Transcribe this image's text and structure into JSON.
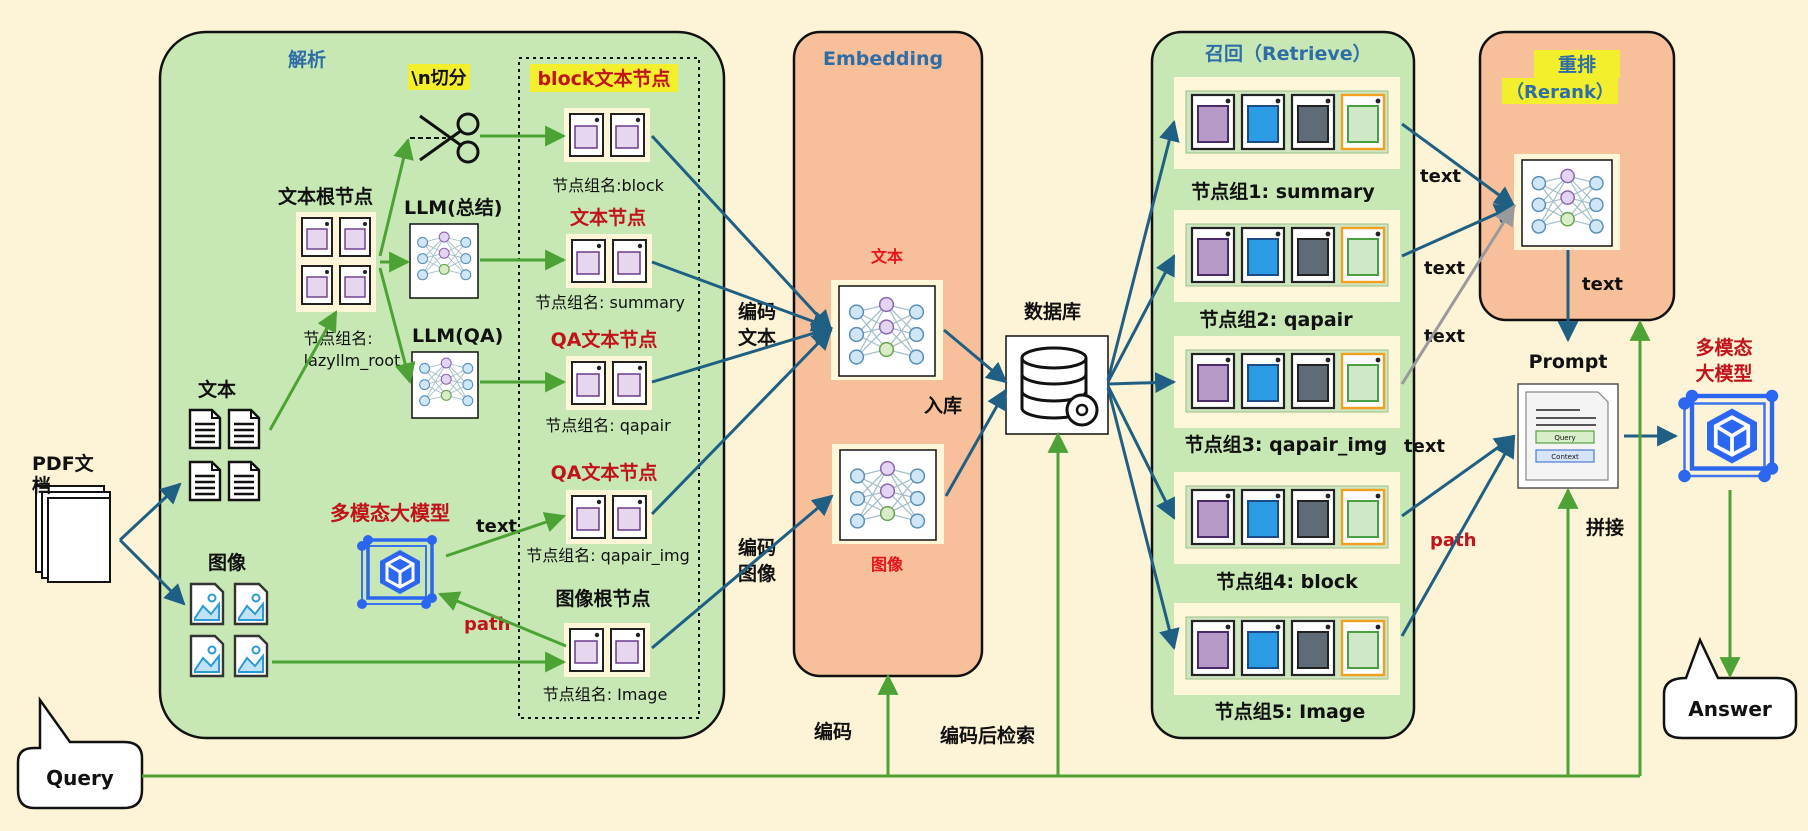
{
  "parse": {
    "title": "解析",
    "split_label": "\\n切分",
    "block_header": "block文本节点",
    "root_node_label": "文本根节点",
    "llm_summary": "LLM(总结)",
    "llm_qa": "LLM(QA)",
    "group_block": "节点组名:block",
    "text_node_header": "文本节点",
    "group_summary": "节点组名: summary",
    "qa_header_1": "QA文本节点",
    "group_qapair": "节点组名: qapair",
    "qa_header_2": "QA文本节点",
    "group_qapair_img": "节点组名: qapair_img",
    "image_root_label": "图像根节点",
    "group_image": "节点组名: Image",
    "root_group_line1": "节点组名:",
    "root_group_line2": "lazyllm_root",
    "text_label": "文本",
    "image_label": "图像",
    "pdf_line1": "PDF文",
    "pdf_line2": "档",
    "mm_model": "多模态大模型",
    "text_edge": "text",
    "path_edge": "path"
  },
  "embedding": {
    "title": "Embedding",
    "text_label": "文本",
    "image_label": "图像",
    "encode_text_1": "编码",
    "encode_text_2": "文本",
    "encode_image_1": "编码",
    "encode_image_2": "图像"
  },
  "database": {
    "label": "数据库",
    "store_label": "入库"
  },
  "retrieve": {
    "title": "召回（Retrieve）",
    "groups": [
      "节点组1: summary",
      "节点组2: qapair",
      "节点组3: qapair_img",
      "节点组4: block",
      "节点组5: Image"
    ]
  },
  "rerank": {
    "title_1": "重排",
    "title_2": "（Rerank）",
    "text_out": "text"
  },
  "edges": {
    "text_1": "text",
    "text_2": "text",
    "text_3": "text",
    "text_4": "text",
    "path": "path"
  },
  "prompt": {
    "title": "Prompt",
    "query_field": "Query",
    "context_field": "Context",
    "concat": "拼接"
  },
  "mm_model": {
    "line1": "多模态",
    "line2": "大模型"
  },
  "query": {
    "label": "Query"
  },
  "answer": {
    "label": "Answer"
  },
  "bottom": {
    "encode": "编码",
    "encode_search": "编码后检索"
  },
  "colors": {
    "panel_green": "#c7e8b5",
    "panel_orange": "#f7c09a",
    "arrow_green": "#4ca234",
    "arrow_blue": "#1f5f84",
    "red_label": "#c0131a",
    "model_blue": "#2a66f0"
  }
}
